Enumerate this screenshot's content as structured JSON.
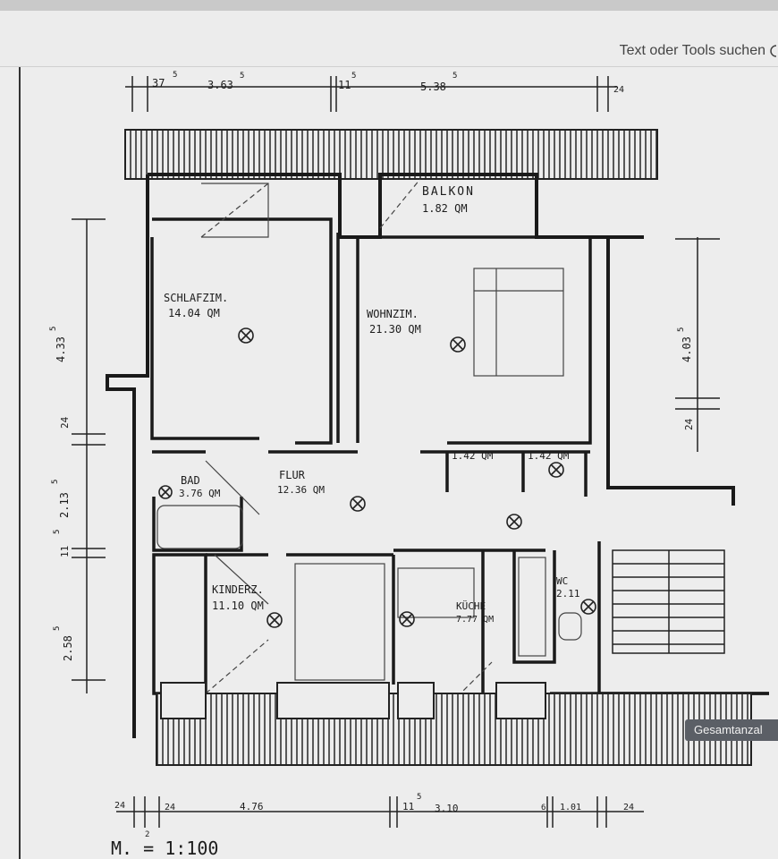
{
  "toolbar": {
    "search_label": "Text oder Tools suchen",
    "search_icon": "magnifier-icon"
  },
  "status": {
    "pill_label": "Gesamtanzal"
  },
  "plan": {
    "scale": "M. = 1:100",
    "rooms": {
      "balkon": {
        "name": "BALKON",
        "area": "1.82 QM"
      },
      "schlaf": {
        "name": "SCHLAFZIM.",
        "area": "14.04 QM"
      },
      "wohn": {
        "name": "WOHNZIM.",
        "area": "21.30 QM"
      },
      "bad": {
        "name": "BAD",
        "area": "3.76 QM"
      },
      "flur": {
        "name": "FLUR",
        "area": "12.36 QM"
      },
      "kinder": {
        "name": "KINDERZ.",
        "area": "11.10 QM"
      },
      "kueche": {
        "name": "KÜCHE",
        "area": "7.77 QM"
      },
      "wc": {
        "name": "WC",
        "area": "2.11"
      },
      "abst1": {
        "area": "1.42 QM"
      },
      "abst2": {
        "area": "1.42 QM"
      }
    },
    "dims_top": [
      "37",
      "5",
      "3.63",
      "5",
      "11",
      "5",
      "5.38",
      "5",
      "24"
    ],
    "dims_bottom": [
      "24",
      "2",
      "24",
      "4.76",
      "11",
      "5",
      "3.10",
      "6",
      "1.01",
      "24"
    ],
    "dims_left": [
      "4.33",
      "5",
      "24",
      "2.13",
      "5",
      "11",
      "5",
      "2.58",
      "5"
    ],
    "dims_right": [
      "4.03",
      "5",
      "24"
    ]
  }
}
